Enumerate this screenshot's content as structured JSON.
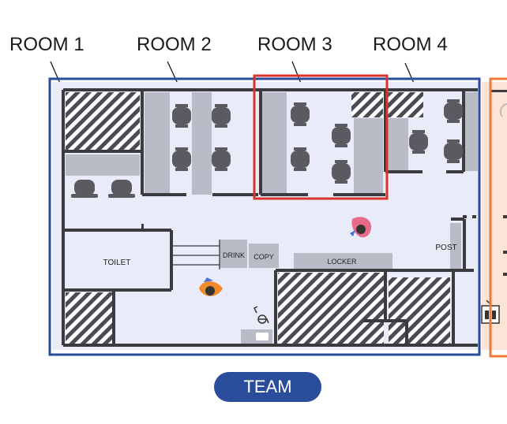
{
  "rooms": [
    {
      "label": "ROOM 1"
    },
    {
      "label": "ROOM 2"
    },
    {
      "label": "ROOM 3"
    },
    {
      "label": "ROOM 4"
    }
  ],
  "areas": {
    "toilet": "TOILET",
    "drink": "DRINK",
    "copy": "COPY",
    "locker": "LOCKER",
    "post": "POST"
  },
  "team_button": "TEAM",
  "colors": {
    "team_outline": "#2a4d9b",
    "room3_highlight": "#d9342b",
    "adjacent_outline": "#f07a3a",
    "floor": "#e9ecf8",
    "wall": "#3a3a3f",
    "desk": "#b9bcc6",
    "chair": "#5a5a60"
  },
  "icons": [
    "person-pink-icon",
    "person-orange-icon",
    "accessible-icon",
    "restroom-sign-icon",
    "doorway-icon"
  ]
}
